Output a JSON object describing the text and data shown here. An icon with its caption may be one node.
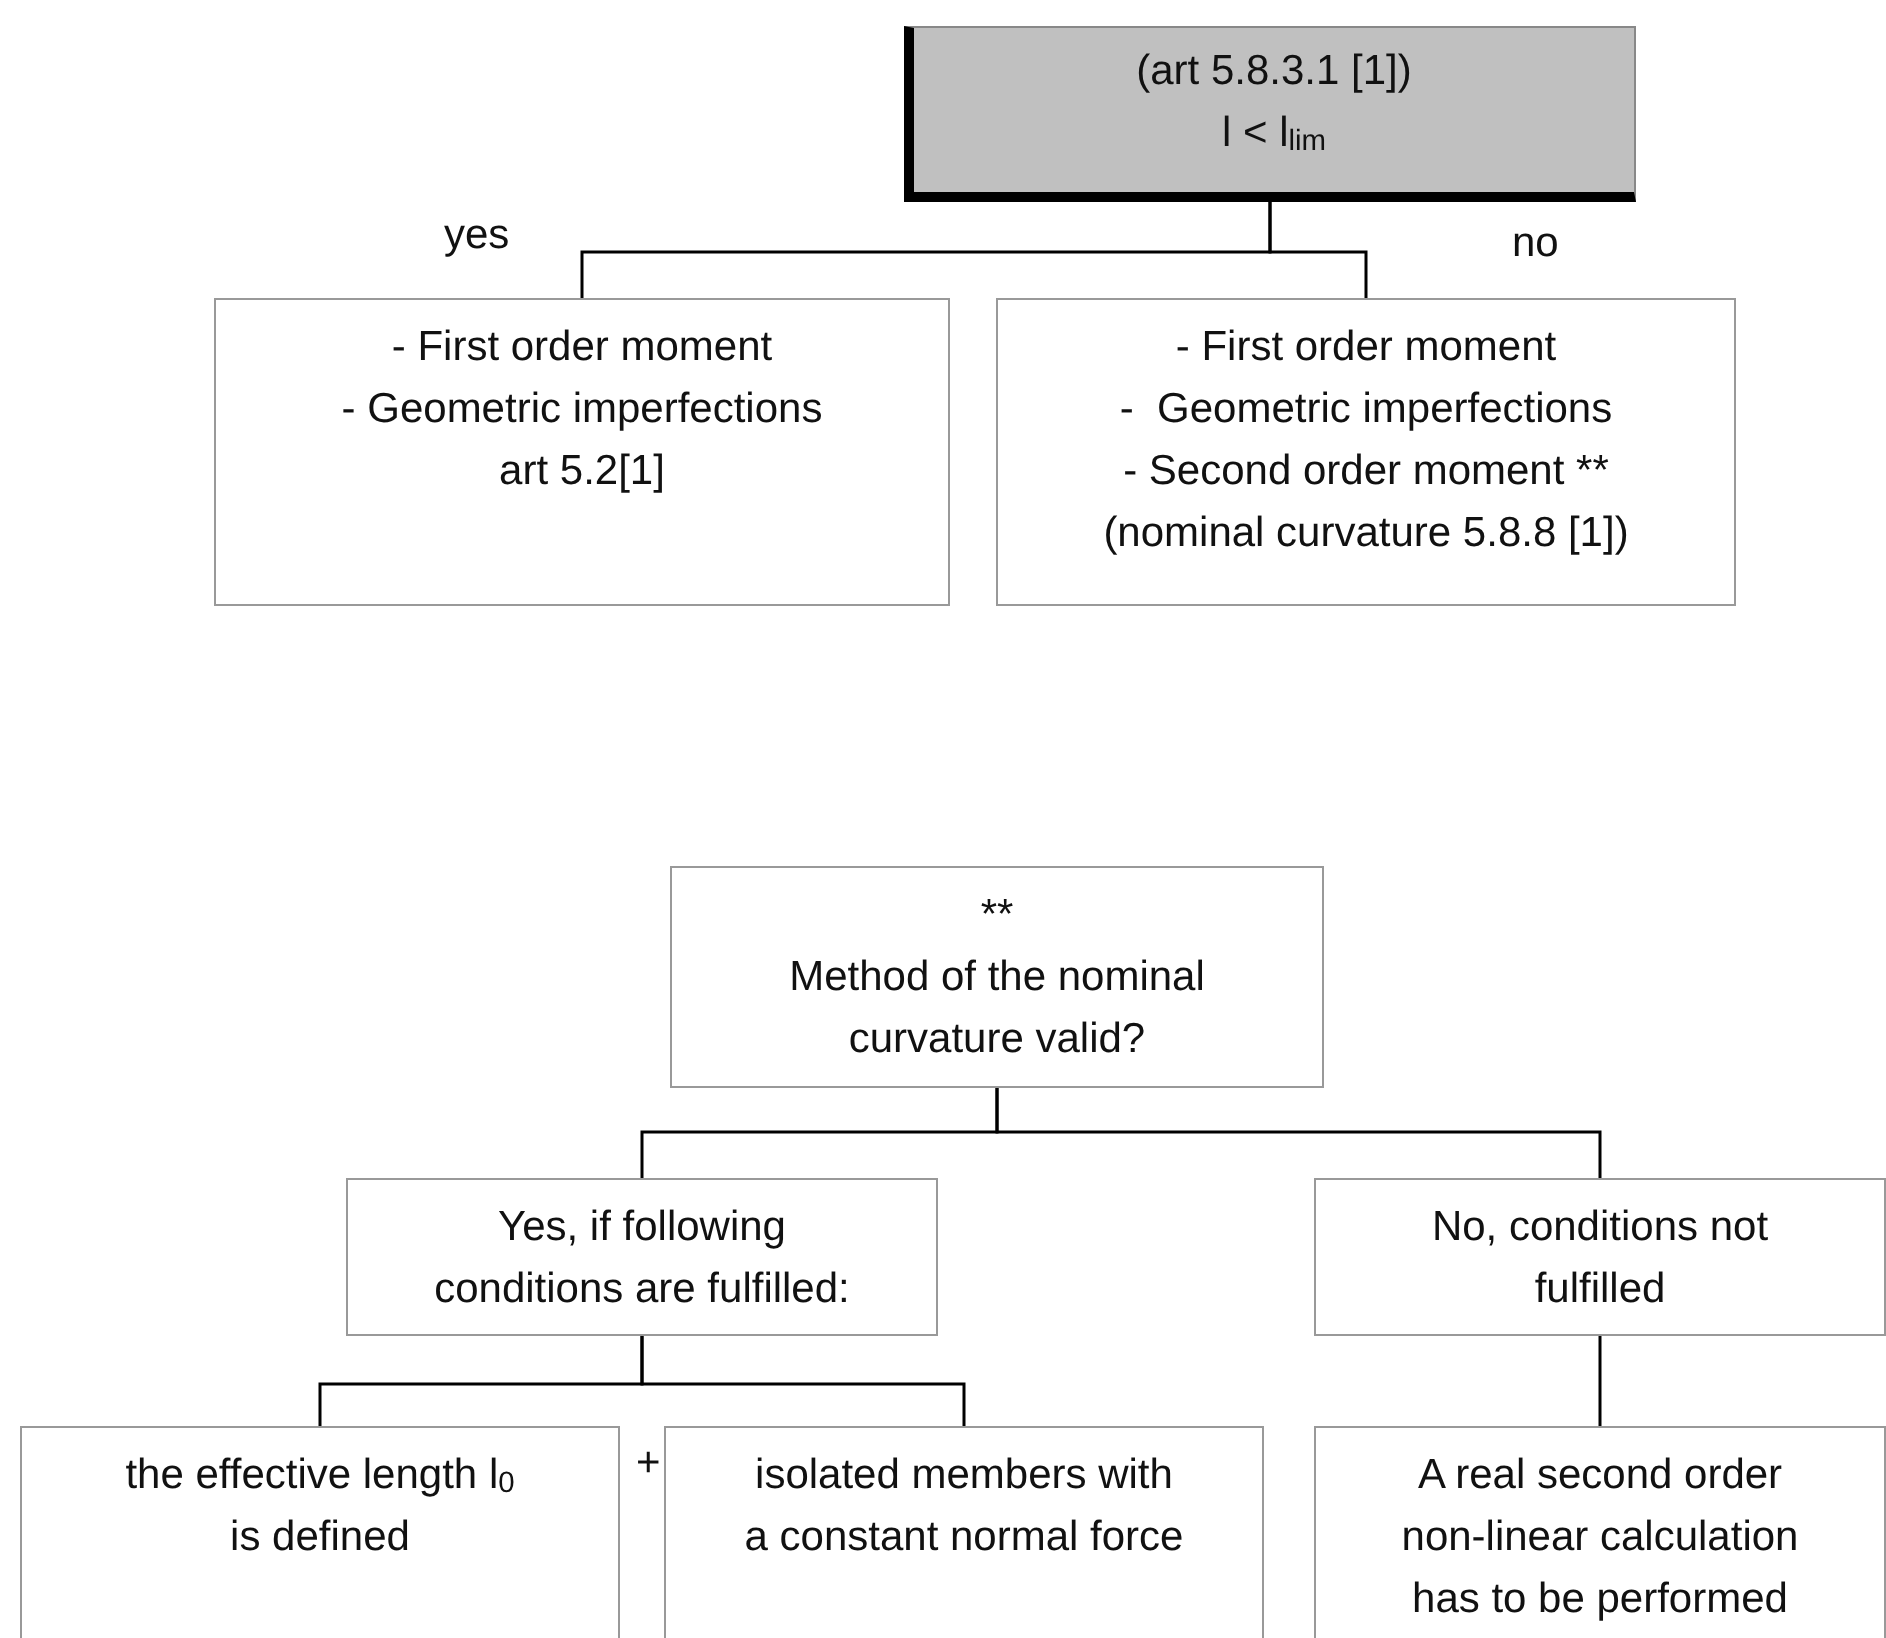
{
  "diagram": {
    "nodes": [
      {
        "text": [
          "(art 5.8.3.1 [1])",
          "l < l$_{lim}$"
        ]
      },
      {
        "text": [
          "- First order moment",
          "- Geometric imperfections",
          "art 5.2[1]"
        ]
      },
      {
        "text": [
          "- First order moment",
          "-  Geometric imperfections",
          "- Second order moment **",
          "(nominal curvature 5.8.8 [1])"
        ]
      },
      {
        "text": [
          "**",
          "Method of the nominal curvature valid?"
        ]
      },
      {
        "text": [
          "Yes, if following conditions are fulfilled:"
        ]
      },
      {
        "text": [
          "No, conditions not fulfilled"
        ]
      },
      {
        "text": [
          "the effective length l$_{0}$ is defined"
        ]
      },
      {
        "text": [
          "isolated members with a constant normal force"
        ]
      },
      {
        "text": [
          "A real second order non-linear calculation has to be performed"
        ]
      }
    ],
    "edges": [
      {
        "from": 0,
        "to": 1,
        "arrow": "none",
        "label": "yes"
      },
      {
        "from": 0,
        "to": 2,
        "arrow": "none",
        "label": "no"
      },
      {
        "from": 3,
        "to": 4,
        "arrow": "none"
      },
      {
        "from": 3,
        "to": 5,
        "arrow": "none"
      },
      {
        "from": 4,
        "to": 6,
        "arrow": "none"
      },
      {
        "from": 4,
        "to": 7,
        "arrow": "none"
      },
      {
        "from": 5,
        "to": 8,
        "arrow": "none"
      }
    ],
    "labels": [
      "+"
    ]
  }
}
